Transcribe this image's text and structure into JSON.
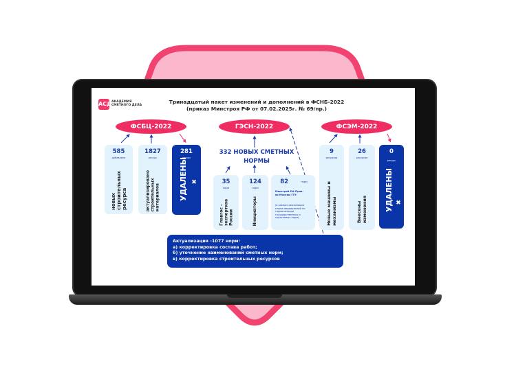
{
  "logo": {
    "mark": "АСД",
    "text": "АКАДЕМИЯ СМЕТНОГО ДЕЛА"
  },
  "title": {
    "line1": "Тринадцатый пакет изменений и дополнений в ФСНБ-2022",
    "line2": "(приказ Минстроя РФ от 07.02.2025г. № 69/пр.)"
  },
  "groups": [
    {
      "label": "ФСБЦ-2022",
      "boxes": [
        {
          "value": "585",
          "unit": "добавлено",
          "text": "новых\nстроительных\nресурса"
        },
        {
          "value": "1827",
          "unit": "ресурс",
          "text": "актуализировано\nстроительных\nматериалов"
        },
        {
          "value": "281",
          "unit": "ресурс",
          "text": "УДАЛЕНЫ",
          "mark": "✖"
        }
      ]
    },
    {
      "label": "ГЭСН-2022",
      "headline": "332 НОВЫХ СМЕТНЫХ НОРМЫ",
      "boxes": [
        {
          "value": "35",
          "unit": "норм",
          "text": "Главгос -\nэкспертиза\nРоссии"
        },
        {
          "value": "124",
          "unit": "норм",
          "text": "Инициаторы"
        },
        {
          "value": "82",
          "unit": "норм",
          "authors": "Минстрой РФ Прав-во Москвы ГГЭ",
          "note": "(в рамках реализации плана мероприятий по гармонизации государственных и отраслевых норм)"
        }
      ]
    },
    {
      "label": "ФСЭМ-2022",
      "boxes": [
        {
          "value": "9",
          "unit": "ресурсов",
          "text": "Новые машины и\nмеханизмы"
        },
        {
          "value": "26",
          "unit": "ресурсов",
          "text": "Внесены\nизменения"
        },
        {
          "value": "0",
          "unit": "ресурс",
          "text": "УДАЛЕНЫ",
          "mark": "✖"
        }
      ]
    }
  ],
  "actualization": {
    "line1": "Актуализация -1077 норм:",
    "line2": "а) корректировка состава работ;",
    "line3": "б) уточнение наименований сметных норм;",
    "line4": "в) корректировка строительных ресурсов"
  },
  "colors": {
    "pink": "#ef2d63",
    "blue": "#0a35a8",
    "light": "#e3f3fd"
  }
}
